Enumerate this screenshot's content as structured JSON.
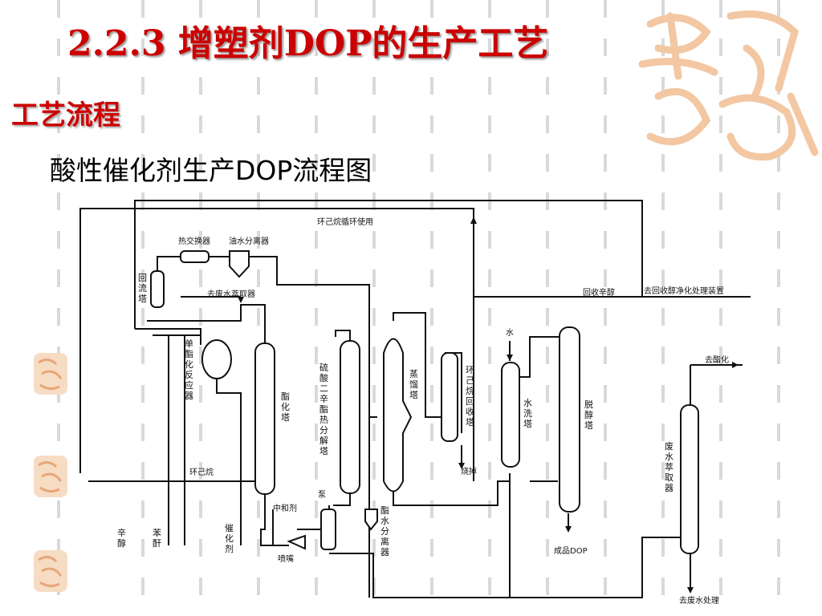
{
  "title": "2.2.3 增塑剂DOP的生产工艺",
  "subtitle": "工艺流程",
  "caption": "酸性催化剂生产DOP流程图",
  "colors": {
    "title": "#cc0000",
    "seal": "#f2c7a2",
    "line": "#111111",
    "stripe": "#d9d9d9"
  },
  "diagram": {
    "labels": {
      "recycle": "环己烷循环使用",
      "heat_exchanger": "热交换器",
      "oil_water_sep": "油水分离器",
      "to_waste_water_extractor": "去废水萃取器",
      "recover_octanol": "回收辛醇",
      "to_alcohol_purification": "去回收醇净化处理装置",
      "water": "水",
      "to_esterification": "去酯化",
      "cyclohexane": "环己烷",
      "neutralizer": "中和剂",
      "pump": "泵",
      "burn_off": "烧掉",
      "nozzle": "喷嘴",
      "finished_dop": "成品DOP",
      "to_waste_water_treatment": "去废水处理"
    },
    "vertical_labels": {
      "reflux_tower": "回流塔",
      "mono_ester_reactor": "单酯化反应器",
      "esterification_tower": "酯化塔",
      "sulfate_decomposition_tower": "硫酸二辛酯热分解塔",
      "distillation_tower": "蒸馏塔",
      "cyclohexane_recovery_tower": "环己烷回收塔",
      "water_wash_tower": "水洗塔",
      "dealcoholization_tower": "脱醇塔",
      "waste_water_extractor": "废水萃取器",
      "ester_water_separator": "酯水分离器",
      "octanol": "辛醇",
      "phthalic_anhydride": "苯酐",
      "catalyst": "催化剂"
    }
  }
}
